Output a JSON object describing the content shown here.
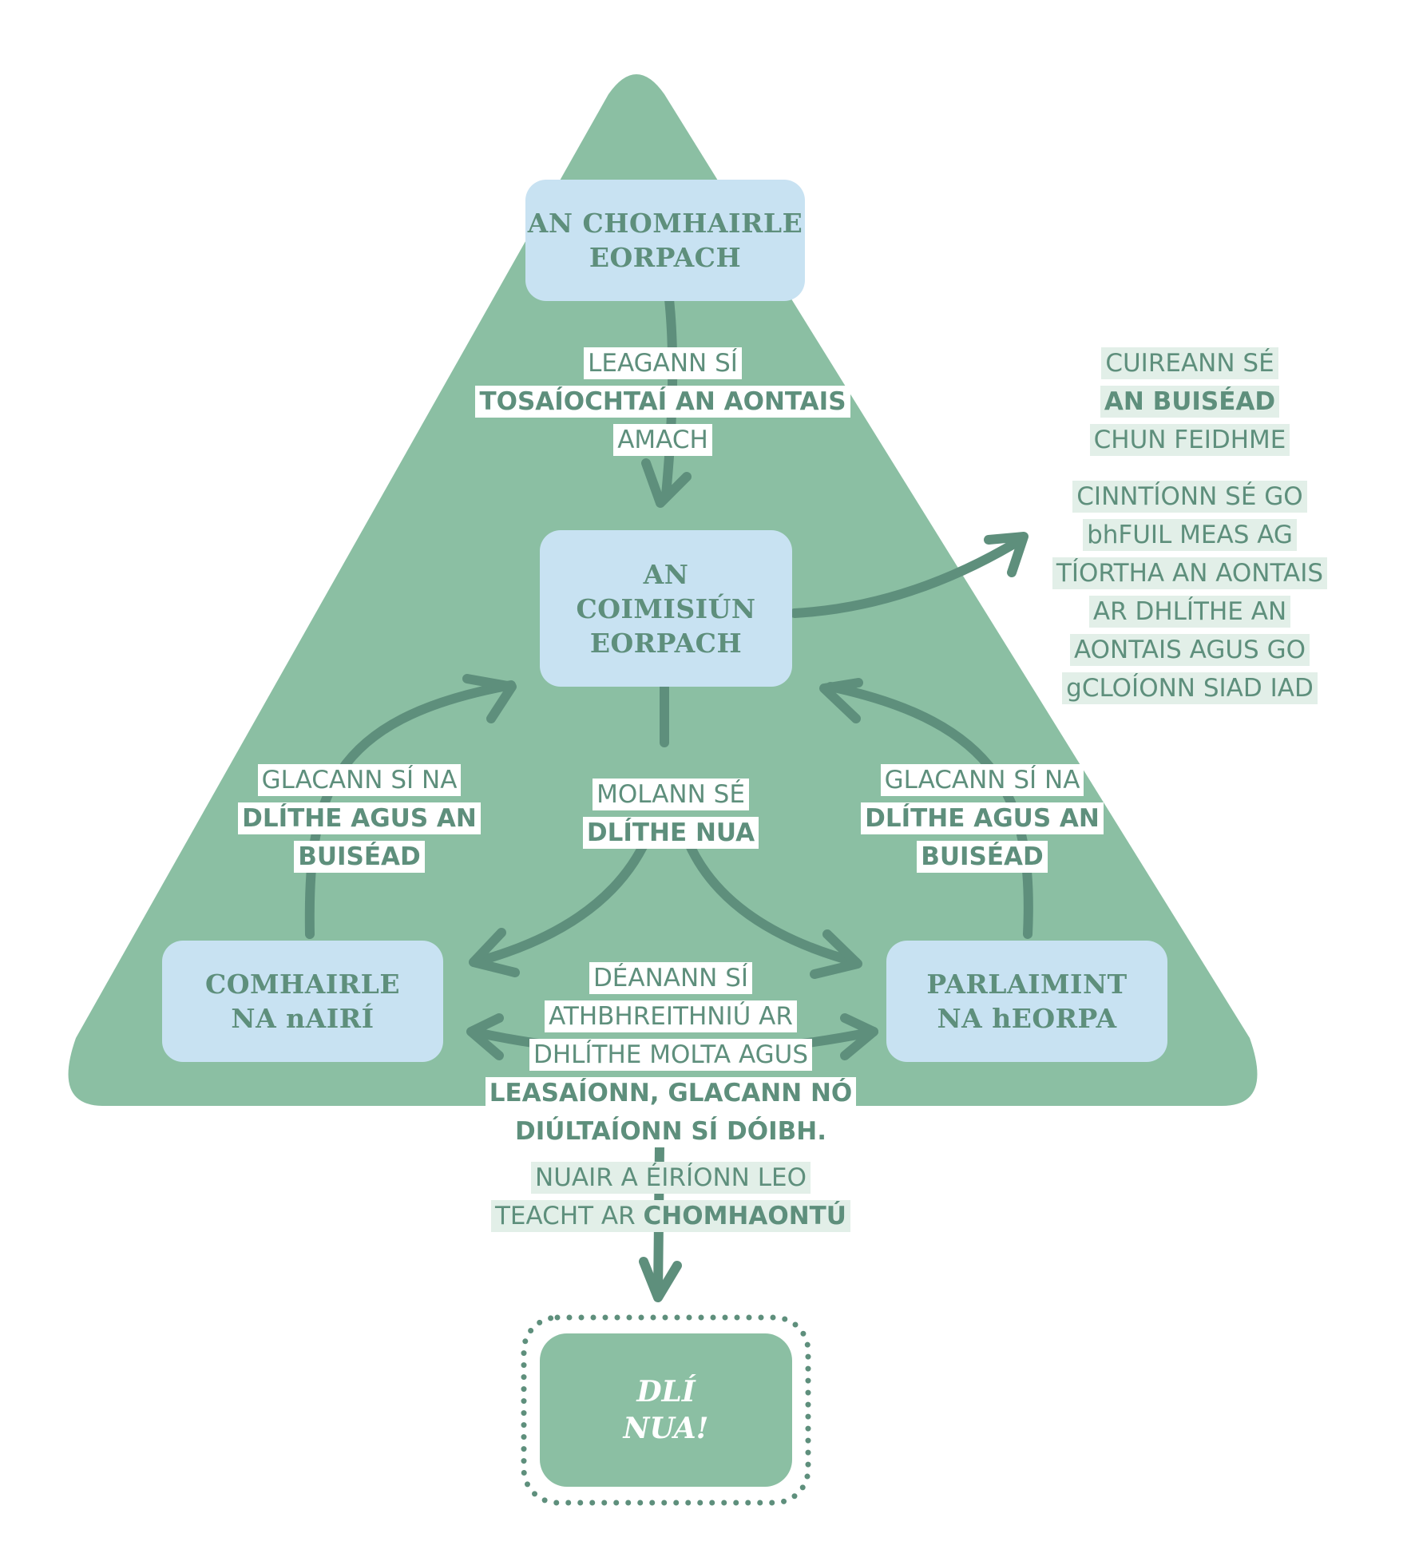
{
  "colors": {
    "triangle": "#8bbfa3",
    "box": "#c8e2f2",
    "arrow": "#5e8f7c",
    "text": "#5e8f7c",
    "label_bg_white": "#ffffff",
    "label_bg_pale": "#e2efe8"
  },
  "nodes": {
    "european_council": {
      "line1": "AN CHOMHAIRLE",
      "line2": "EORPACH"
    },
    "commission": {
      "line1": "AN",
      "line2": "COIMISIÚN",
      "line3": "EORPACH"
    },
    "council": {
      "line1": "COMHAIRLE",
      "line2": "NA nAIRÍ"
    },
    "parliament": {
      "line1": "PARLAIMINT",
      "line2": "NA hEORPA"
    },
    "new_law": {
      "line1": "DLÍ",
      "line2": "NUA!"
    }
  },
  "labels": {
    "priorities": {
      "line1": "LEAGANN SÍ",
      "line2": "TOSAÍOCHTAÍ AN AONTAIS",
      "line3": "AMACH"
    },
    "budget": {
      "line1": "CUIREANN SÉ",
      "line2": "AN BUISÉAD",
      "line3": "CHUN FEIDHME"
    },
    "enforce": {
      "line1": "CINNTÍONN SÉ GO",
      "line2": "bhFUIL MEAS AG",
      "line3": "TÍORTHA AN AONTAIS",
      "line4": "AR DHLÍTHE AN",
      "line5": "AONTAIS AGUS GO",
      "line6": "gCLOÍONN SIAD IAD"
    },
    "council_adopts": {
      "line1": "GLACANN SÍ NA",
      "line2": "DLÍTHE AGUS AN",
      "line3": "BUISÉAD"
    },
    "proposes": {
      "line1": "MOLANN SÉ",
      "line2": "DLÍTHE NUA"
    },
    "parliament_adopts": {
      "line1": "GLACANN SÍ NA",
      "line2": "DLÍTHE AGUS AN",
      "line3": "BUISÉAD"
    },
    "review": {
      "line1": "DÉANANN SÍ",
      "line2": "ATHBHREITHNIÚ AR",
      "line3": "DHLÍTHE MOLTA AGUS",
      "line4": "LEASAÍONN, GLACANN NÓ",
      "line5": "DIÚLTAÍONN SÍ DÓIBH."
    },
    "agreement": {
      "line1": "NUAIR A ÉIRÍONN LEO",
      "line2a": "TEACHT AR ",
      "line2b": "CHOMHAONTÚ"
    }
  }
}
